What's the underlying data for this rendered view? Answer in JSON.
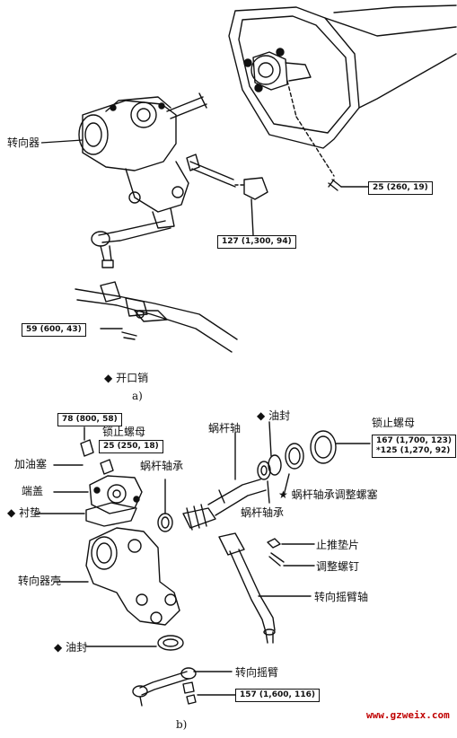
{
  "figure_a": {
    "labels": {
      "steering_gear": "转向器",
      "cotter_pin": "开口销"
    },
    "torques": {
      "flange_bolt": "25 (260, 19)",
      "pitman_nut": "127 (1,300, 94)",
      "tie_rod_nut": "59 (600, 43)"
    },
    "caption": "a)"
  },
  "figure_b": {
    "labels": {
      "filler_plug": "加油塞",
      "lock_nut_small": "锁止螺母",
      "end_cover": "端盖",
      "gasket": "衬垫",
      "worm_bearing_left": "蜗杆轴承",
      "worm_shaft": "蜗杆轴",
      "oil_seal_top": "油封",
      "lock_nut_right": "锁止螺母",
      "worm_bearing_bottom": "蜗杆轴承",
      "worm_bearing_adjust_plug": "蜗杆轴承调整螺塞",
      "thrust_washer": "止推垫片",
      "adjusting_screw": "调整螺钉",
      "gear_housing": "转向器壳",
      "sector_shaft": "转向摇臂轴",
      "oil_seal_bottom": "油封",
      "pitman_arm": "转向摇臂"
    },
    "torques": {
      "filler_plug": "78 (800, 58)",
      "lock_nut_small": "25 (250, 18)",
      "lock_nut_right_1": "167 (1,700, 123)",
      "lock_nut_right_2": "*125 (1,270, 92)",
      "pitman_nut": "157 (1,600, 116)"
    },
    "caption": "b)"
  },
  "markers": {
    "diamond": "◆",
    "star": "★"
  },
  "watermark": "www.gzweix.com"
}
